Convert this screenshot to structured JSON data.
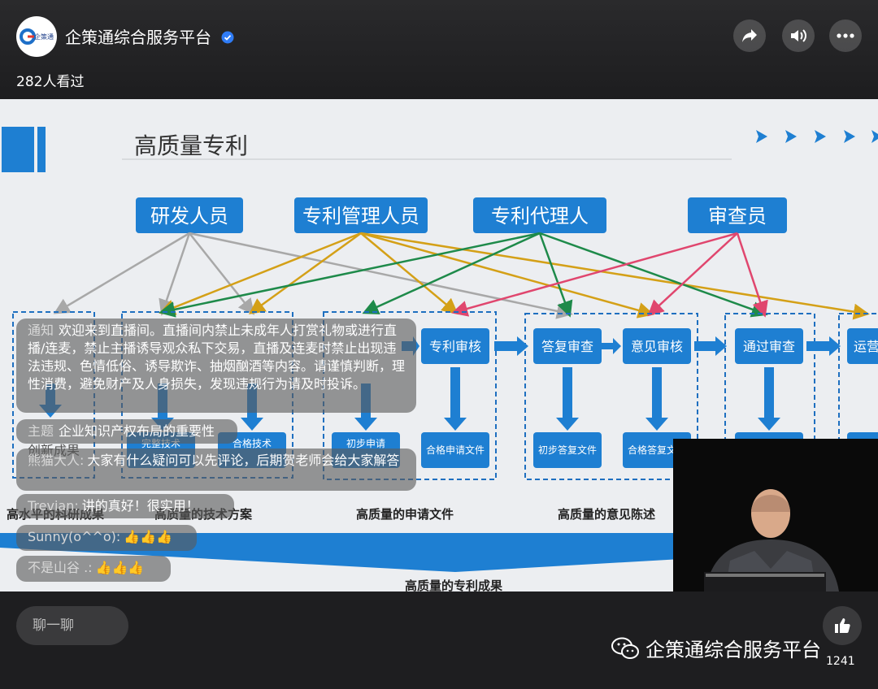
{
  "header": {
    "channel_name": "企策通综合服务平台",
    "logo_text": "企策通",
    "views": "282人看过"
  },
  "slide": {
    "title": "高质量专利",
    "roles": [
      "研发人员",
      "专利管理人员",
      "专利代理人",
      "审查员"
    ],
    "process_boxes": [
      "专利审核",
      "答复审查",
      "意见审核",
      "通过审查",
      "运营"
    ],
    "sub_boxes": [
      "完整技术",
      "合格技术",
      "初步申请",
      "合格申请文件",
      "初步答复文件",
      "合格答复文件"
    ],
    "left_label": "创新成果",
    "stage_labels": [
      "高水平的科研成果",
      "高质量的技术方案",
      "高质量的申请文件",
      "高质量的意见陈述"
    ],
    "bottom_label": "高质量的专利成果"
  },
  "comments": [
    {
      "tag": "通知",
      "text": "欢迎来到直播间。直播间内禁止未成年人打赏礼物或进行直播/连麦，禁止主播诱导观众私下交易，直播及连麦时禁止出现违法违规、色情低俗、诱导欺诈、抽烟酗酒等内容。请谨慎判断，理性消费，避免财产及人身损失，发现违规行为请及时投诉。"
    },
    {
      "tag": "主题",
      "text": "企业知识产权布局的重要性"
    },
    {
      "user": "熊猫大人:",
      "text": "大家有什么疑问可以先评论，后期贺老师会给大家解答"
    },
    {
      "user": "Trevian:",
      "text": "讲的真好！很实用！"
    },
    {
      "user": "Sunny(o^^o):",
      "text": "👍👍👍"
    },
    {
      "user": "不是山谷 .:",
      "text": "👍👍👍"
    }
  ],
  "footer": {
    "chat_placeholder": "聊一聊",
    "watermark": "企策通综合服务平台",
    "like_count": "1241"
  },
  "colors": {
    "slide_blue": "#1e7fd2",
    "role_grey_lines": "#a8a8a8",
    "role_gold_lines": "#d4a017",
    "role_green_lines": "#1e8a4a",
    "role_pink_lines": "#e0466e"
  }
}
